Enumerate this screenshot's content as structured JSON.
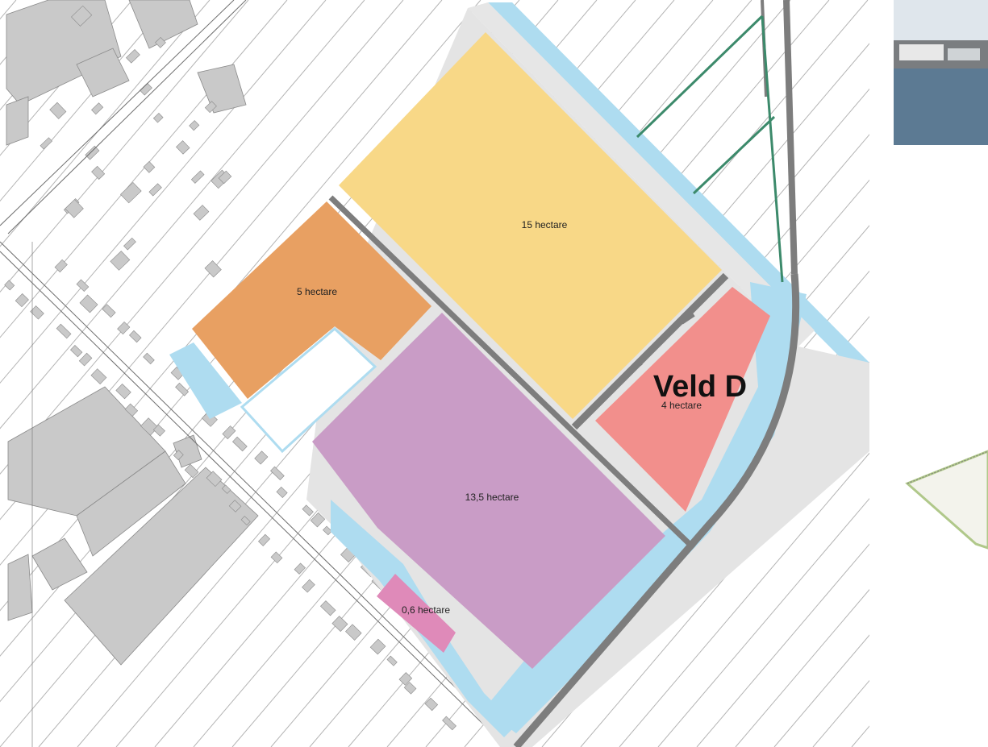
{
  "colors": {
    "yellow": "#f8d887",
    "orange": "#e8a062",
    "violet": "#c99cc6",
    "pink": "#f28f8c",
    "magenta": "#df8ab9",
    "water": "#aedcf0",
    "road": "#7d7d7d",
    "pavement": "#e4e4e4",
    "building": "#c9c9c9",
    "building_outline": "#8a8a8a",
    "green_line": "#3c8a6b"
  },
  "parcels": [
    {
      "id": "yellow",
      "label": "15 hectare"
    },
    {
      "id": "orange",
      "label": "5 hectare"
    },
    {
      "id": "violet",
      "label": "13,5 hectare"
    },
    {
      "id": "pink",
      "label": "4 hectare"
    },
    {
      "id": "magenta",
      "label": "0,6 hectare"
    }
  ],
  "field": {
    "title": "Veld D"
  },
  "inset_photo": {
    "subject": "harbour-photo"
  }
}
